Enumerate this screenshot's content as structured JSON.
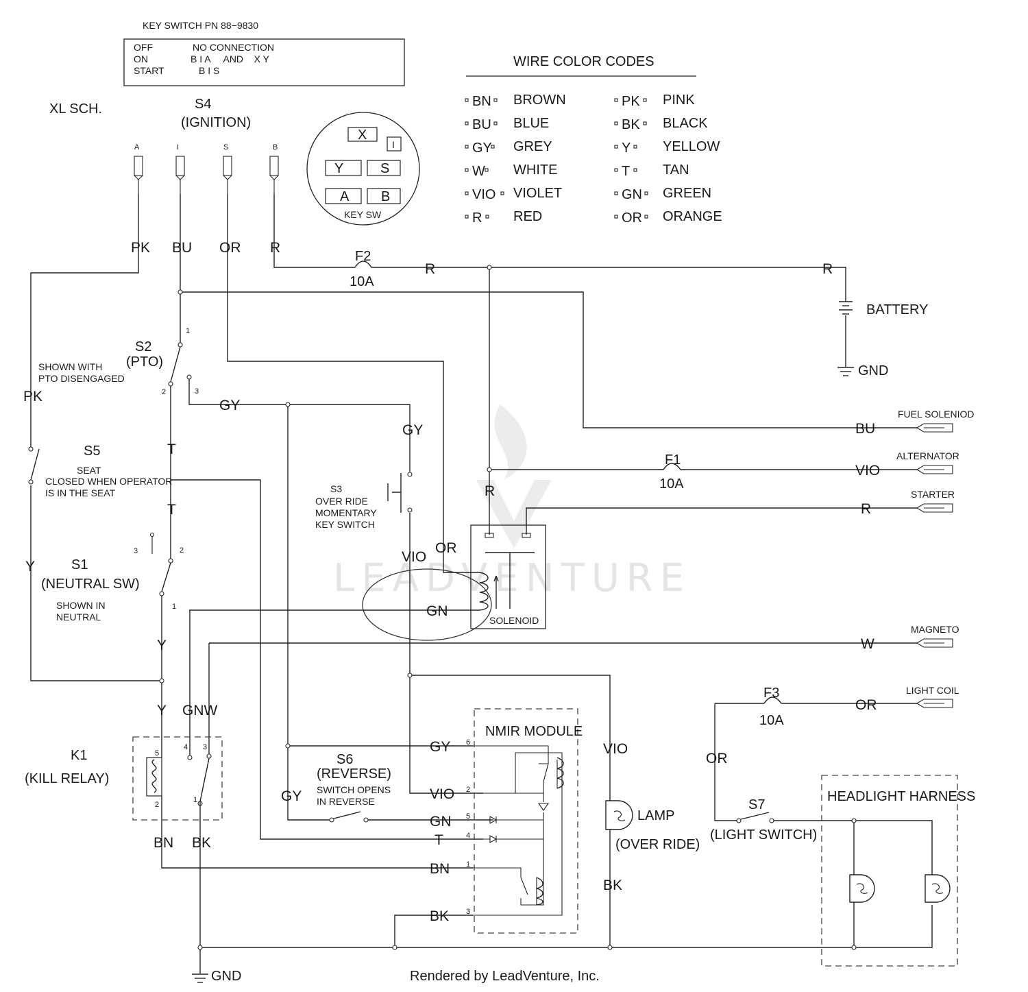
{
  "key_switch": {
    "title": "KEY SWITCH PN 88−9830",
    "rows": [
      {
        "pos": "OFF",
        "conn": "NO CONNECTION"
      },
      {
        "pos": "ON",
        "conn": "B I A     AND    X Y"
      },
      {
        "pos": "START",
        "conn": "B I S"
      }
    ]
  },
  "schematic_label": "XL SCH.",
  "s4": {
    "id": "S4",
    "name": "(IGNITION)",
    "terminals": [
      "A",
      "I",
      "S",
      "B"
    ]
  },
  "key_sw_diagram": {
    "keys": [
      "X",
      "I",
      "Y",
      "S",
      "A",
      "B"
    ],
    "label": "KEY SW"
  },
  "wire_codes": {
    "title": "WIRE COLOR CODES",
    "items": [
      {
        "code": "BN",
        "name": "BROWN"
      },
      {
        "code": "BU",
        "name": "BLUE"
      },
      {
        "code": "GY",
        "name": "GREY"
      },
      {
        "code": "W",
        "name": "WHITE"
      },
      {
        "code": "VIO",
        "name": "VIOLET"
      },
      {
        "code": "R",
        "name": "RED"
      },
      {
        "code": "PK",
        "name": "PINK"
      },
      {
        "code": "BK",
        "name": "BLACK"
      },
      {
        "code": "Y",
        "name": "YELLOW"
      },
      {
        "code": "T",
        "name": "TAN"
      },
      {
        "code": "GN",
        "name": "GREEN"
      },
      {
        "code": "OR",
        "name": "ORANGE"
      }
    ]
  },
  "fuses": {
    "f2": {
      "id": "F2",
      "rating": "10A"
    },
    "f1": {
      "id": "F1",
      "rating": "10A"
    },
    "f3": {
      "id": "F3",
      "rating": "10A"
    }
  },
  "battery": {
    "label": "BATTERY",
    "gnd": "GND"
  },
  "connectors": {
    "fuel": "FUEL SOLENIOD",
    "alternator": "ALTERNATOR",
    "starter": "STARTER",
    "magneto": "MAGNETO",
    "light_coil": "LIGHT COIL"
  },
  "s2": {
    "id": "S2",
    "name": "(PTO)",
    "note1": "SHOWN WITH",
    "note2": "PTO DISENGAGED",
    "pins": [
      "1",
      "2",
      "3"
    ]
  },
  "s5": {
    "id": "S5",
    "note1": "SEAT",
    "note2": "CLOSED WHEN OPERATOR",
    "note3": "IS IN THE SEAT"
  },
  "s1": {
    "id": "S1",
    "name": "(NEUTRAL SW)",
    "note1": "SHOWN IN",
    "note2": "NEUTRAL",
    "pins": [
      "3",
      "2",
      "1"
    ]
  },
  "s3": {
    "id": "S3",
    "note1": "OVER RIDE",
    "note2": "MOMENTARY",
    "note3": "KEY SWITCH"
  },
  "solenoid": {
    "label": "SOLENOID"
  },
  "k1": {
    "id": "K1",
    "name": "(KILL RELAY)",
    "pins": [
      "5",
      "4",
      "3",
      "2",
      "1"
    ]
  },
  "s6": {
    "id": "S6",
    "name": "(REVERSE)",
    "note1": "SWITCH OPENS",
    "note2": "IN REVERSE"
  },
  "nmir": {
    "label": "NMIR MODULE",
    "pins": [
      "6",
      "2",
      "5",
      "4",
      "1",
      "3"
    ]
  },
  "lamp": {
    "label": "LAMP",
    "name": "(OVER RIDE)"
  },
  "s7": {
    "id": "S7",
    "name": "(LIGHT SWITCH)"
  },
  "headlight": {
    "label": "HEADLIGHT HARNESS"
  },
  "ground_label": "GND",
  "wire_labels": {
    "pk": "PK",
    "bu": "BU",
    "or": "OR",
    "r": "R",
    "gy": "GY",
    "t": "T",
    "y": "Y",
    "vio": "VIO",
    "gn": "GN",
    "w": "W",
    "bn": "BN",
    "bk": "BK",
    "gnw": "GNW"
  },
  "footer": "Rendered by LeadVenture, Inc.",
  "watermark": "LEADVENTURE"
}
